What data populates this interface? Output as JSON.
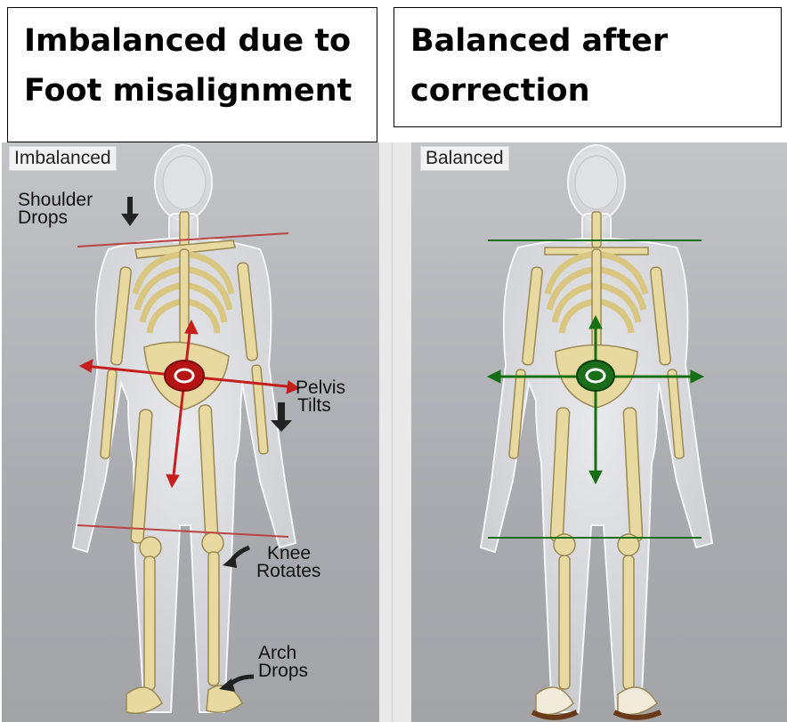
{
  "titles": {
    "left": [
      "Imbalanced due to",
      "Foot misalignment"
    ],
    "right": [
      "Balanced after",
      "correction"
    ]
  },
  "left_panel": {
    "tag": "Imbalanced",
    "labels": {
      "shoulder": [
        "Shoulder",
        "Drops"
      ],
      "pelvis": [
        "Pelvis",
        "Tilts"
      ],
      "knee": [
        "Knee",
        "Rotates"
      ],
      "arch": [
        "Arch",
        "Drops"
      ]
    }
  },
  "right_panel": {
    "tag": "Balanced"
  },
  "colors": {
    "imbalanced": "#c61d1d",
    "balanced": "#157015",
    "bone": "#e8d9a0",
    "body": "#e4e6ea"
  }
}
